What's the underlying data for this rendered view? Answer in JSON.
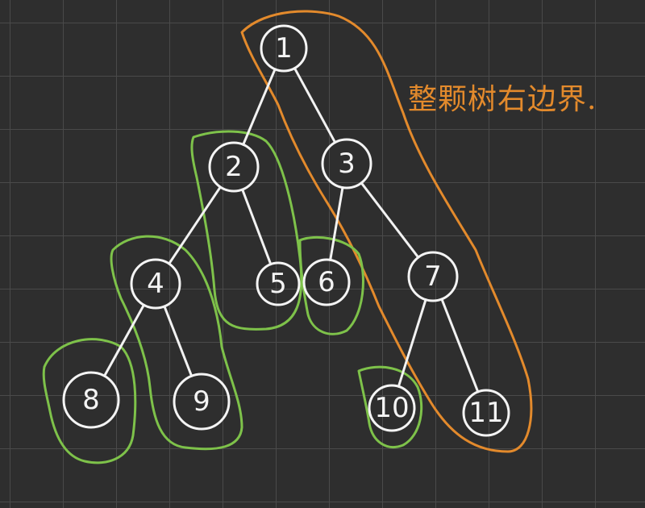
{
  "annotation": "整颗树右边界.",
  "colors": {
    "background": "#2e2e2e",
    "grid": "#4a4a4a",
    "ink": "#f4f4f4",
    "green": "#7ec24a",
    "orange": "#e38a2c"
  },
  "nodes": [
    {
      "id": "n1",
      "label": "1"
    },
    {
      "id": "n2",
      "label": "2"
    },
    {
      "id": "n3",
      "label": "3"
    },
    {
      "id": "n4",
      "label": "4"
    },
    {
      "id": "n5",
      "label": "5"
    },
    {
      "id": "n6",
      "label": "6"
    },
    {
      "id": "n7",
      "label": "7"
    },
    {
      "id": "n8",
      "label": "8"
    },
    {
      "id": "n9",
      "label": "9"
    },
    {
      "id": "n10",
      "label": "10"
    },
    {
      "id": "n11",
      "label": "11"
    }
  ],
  "edges": [
    [
      "n1",
      "n2"
    ],
    [
      "n1",
      "n3"
    ],
    [
      "n2",
      "n4"
    ],
    [
      "n2",
      "n5"
    ],
    [
      "n3",
      "n6"
    ],
    [
      "n3",
      "n7"
    ],
    [
      "n4",
      "n8"
    ],
    [
      "n4",
      "n9"
    ],
    [
      "n7",
      "n10"
    ],
    [
      "n7",
      "n11"
    ]
  ],
  "groups": {
    "orange": [
      "n1",
      "n3",
      "n7",
      "n11"
    ],
    "green": [
      [
        "n2",
        "n5"
      ],
      [
        "n4",
        "n9"
      ],
      [
        "n8"
      ],
      [
        "n6"
      ],
      [
        "n10"
      ]
    ]
  }
}
